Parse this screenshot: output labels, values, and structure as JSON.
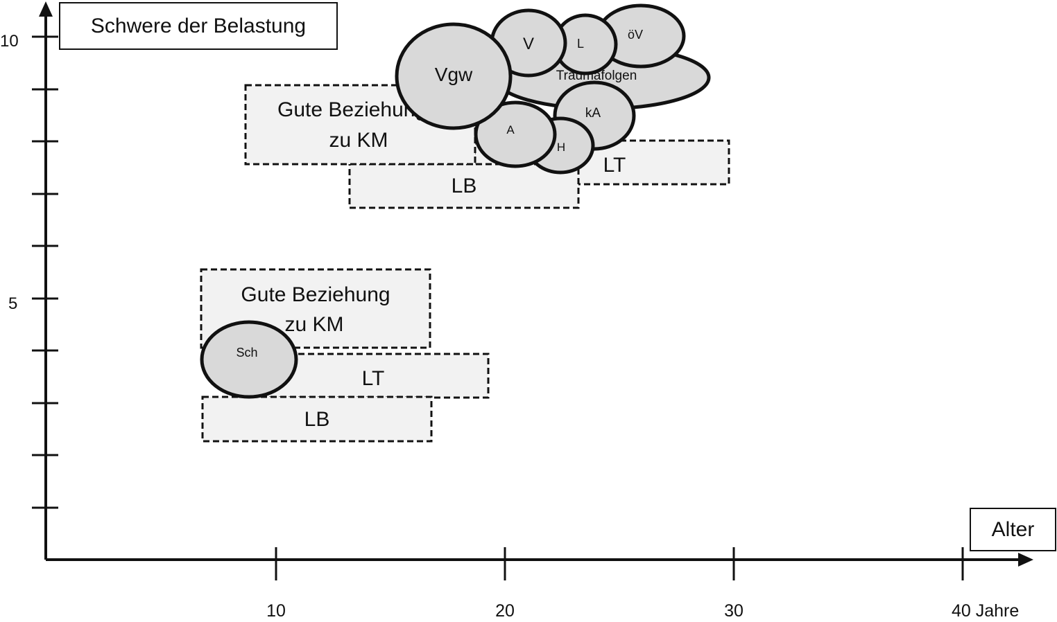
{
  "axes": {
    "y_title": "Schwere der Belastung",
    "x_title": "Alter",
    "y_ticks": [
      "10",
      "5"
    ],
    "x_ticks": [
      "10",
      "20",
      "30",
      "40 Jahre"
    ]
  },
  "phases": {
    "upper": {
      "beziehung": [
        "Gute Beziehung",
        "zu KM"
      ],
      "lb": "LB",
      "lt": "LT"
    },
    "lower": {
      "beziehung": [
        "Gute Beziehung",
        "zu KM"
      ],
      "lb": "LB",
      "lt": "LT"
    }
  },
  "stressors": {
    "traumafolgen": "Traumafolgen",
    "ov": "öV",
    "l": "L",
    "v": "V",
    "ka": "kA",
    "h": "H",
    "a": "A",
    "vgw": "Vgw",
    "sch": "Sch"
  },
  "colors": {
    "box_fill": "#f2f2f2",
    "ellipse_fill": "#d9d9d9",
    "stroke": "#111111"
  }
}
